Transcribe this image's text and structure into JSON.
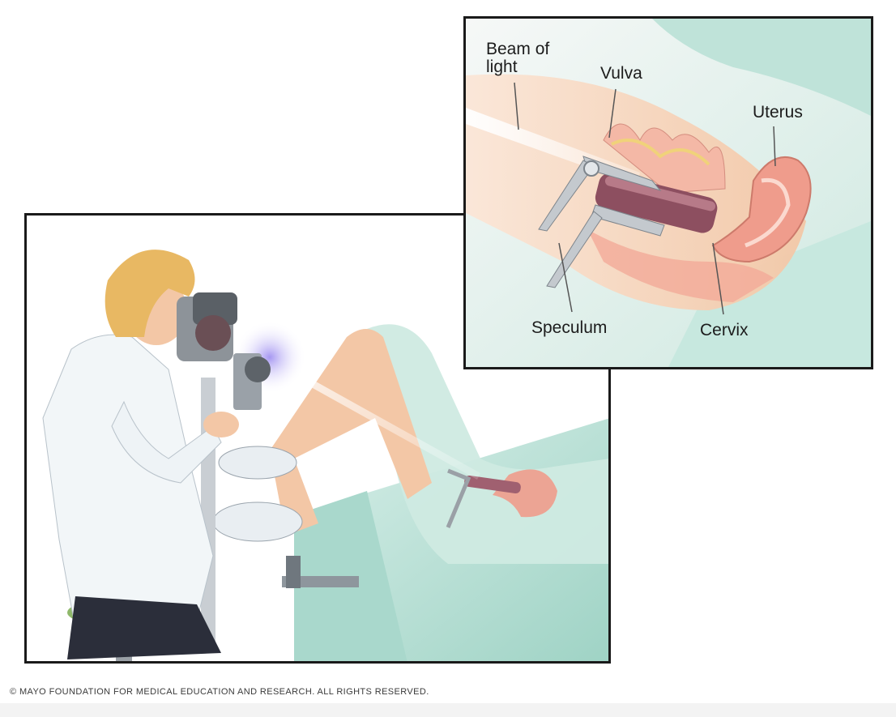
{
  "illustration": {
    "labels": {
      "beam_of_light": "Beam of light",
      "vulva": "Vulva",
      "uterus": "Uterus",
      "speculum": "Speculum",
      "cervix": "Cervix"
    },
    "copyright": "© MAYO FOUNDATION FOR MEDICAL EDUCATION AND RESEARCH. ALL RIGHTS RESERVED."
  },
  "colors": {
    "drape": "#bfe3d9",
    "drape_shadow": "#8fcabb",
    "skin": "#f4c9a8",
    "uterus": "#ef9c8c",
    "hair": "#e8b863",
    "coat": "#f2f6f8",
    "border": "#1a1a1a"
  }
}
